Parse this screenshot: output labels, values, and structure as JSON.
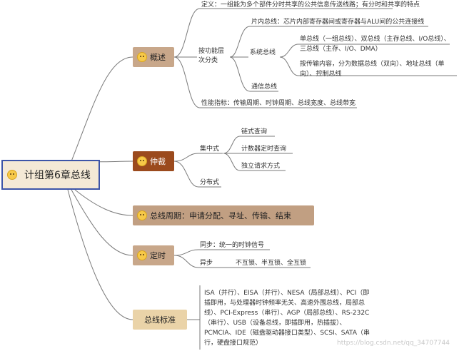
{
  "root": {
    "label": "计组第6章总线"
  },
  "overview": {
    "label": "概述",
    "definition": "定义：一组能为多个部件分时共享的公共信息传送线路；有分时和共享的特点",
    "classify_label": "按功能层次分类",
    "on_chip": "片内总线：芯片内部寄存器间或寄存器与ALU间的公共连接线",
    "system_bus": "系统总线",
    "single_bus": "单总线（一组总线）、双总线（主存总线、I/O总线）、三总线（主存、I/O、DMA）",
    "by_content": "按传输内容，分为数据总线（双向）、地址总线（单向）、控制总线",
    "comm_bus": "通信总线",
    "metrics": "性能指标：传输周期、时钟周期、总线宽度、总线带宽"
  },
  "arbitration": {
    "label": "仲裁",
    "centralized": "集中式",
    "chain": "链式查询",
    "counter": "计数器定时查询",
    "independent": "独立请求方式",
    "distributed": "分布式"
  },
  "cycle": {
    "label": "总线周期：申请分配、寻址、传输、结束"
  },
  "timing": {
    "label": "定时",
    "sync": "同步：统一的时钟信号",
    "async": "异步",
    "async_modes": "不互锁、半互锁、全互锁"
  },
  "standards": {
    "label": "总线标准",
    "text": "ISA（并行）、EISA（并行）、NESA（局部总线）、PCI（即插即用，与处理器时钟频率无关、高速外围总线，局部总线）、PCI-Express（串行）、AGP（局部总线）、RS-232C（串行）、USB（设备总线，即插即用，热插拔）、PCMCIA、IDE（磁盘驱动器接口类型）、SCSI、SATA（串行，硬盘接口规范）"
  },
  "watermark": "https://blog.csdn.net/qq_34707744",
  "colors": {
    "branch": "#7a7a7a",
    "root_border": "#3d55a8",
    "root_fill": "#f4e9d6",
    "overview_fill": "#c8a78a",
    "arbitration_fill": "#9b4a1d",
    "cycle_fill": "#c19f82",
    "timing_fill": "#c8a78a",
    "standards_fill": "#ead3a8"
  }
}
